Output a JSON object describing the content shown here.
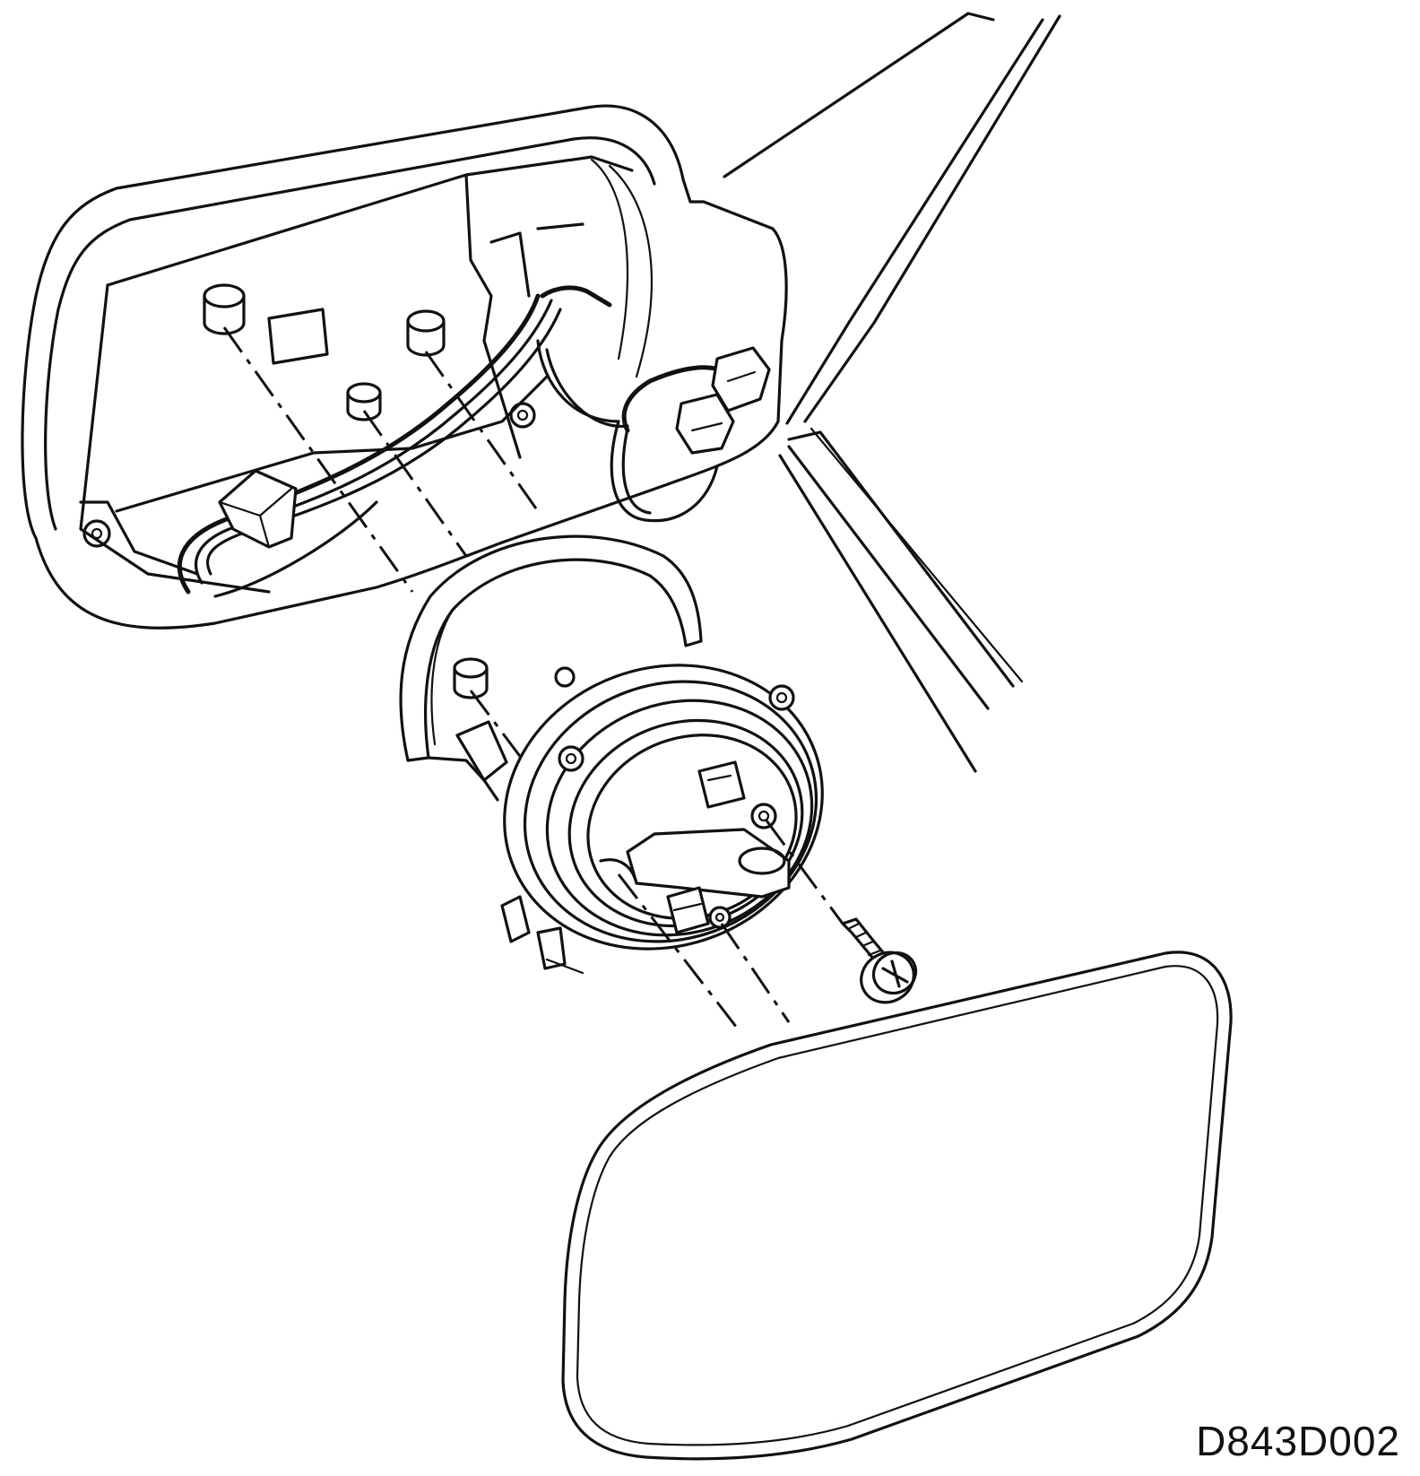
{
  "figure": {
    "code": "D843D002"
  },
  "parts": [
    {
      "id": "mirror-housing",
      "icon": "mirror-housing-outline"
    },
    {
      "id": "wiring-harness",
      "icon": "wire-bundle"
    },
    {
      "id": "electrical-connector",
      "icon": "connector-plug"
    },
    {
      "id": "mounting-plate",
      "icon": "curved-bracket"
    },
    {
      "id": "adjuster-motor",
      "icon": "motor-ring"
    },
    {
      "id": "retaining-screw",
      "icon": "screw"
    },
    {
      "id": "mirror-glass",
      "icon": "glass-panel"
    }
  ],
  "colors": {
    "line": "#111111",
    "background": "#ffffff"
  }
}
